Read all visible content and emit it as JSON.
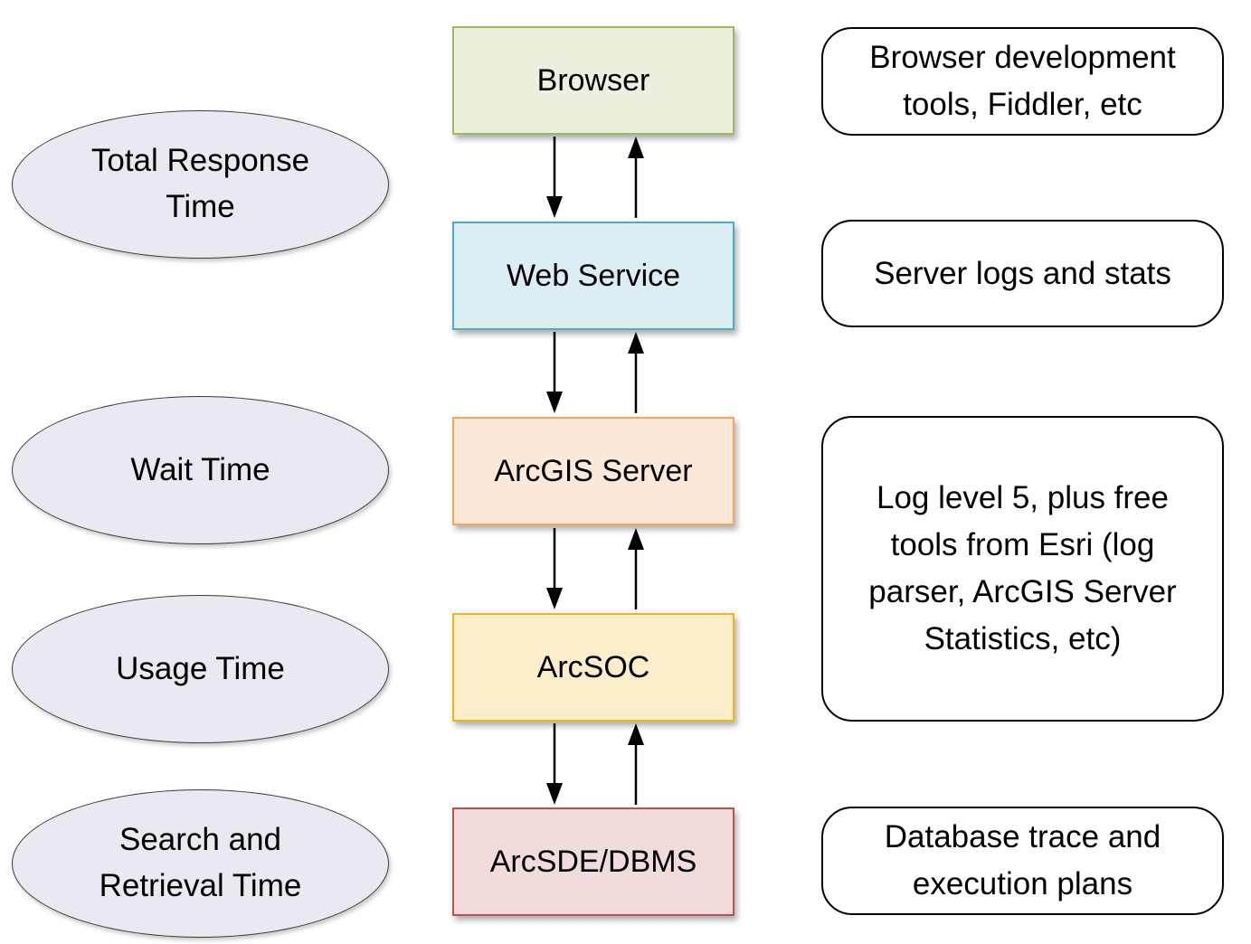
{
  "diagram": {
    "background": "#ffffff",
    "arrow_color": "#000000",
    "left_ellipses": [
      {
        "label": "Total Response Time",
        "fill": "#eae8f1",
        "border": "#3b3b3b"
      },
      {
        "label": "Wait Time",
        "fill": "#eae8f1",
        "border": "#3b3b3b"
      },
      {
        "label": "Usage Time",
        "fill": "#eae8f1",
        "border": "#3b3b3b"
      },
      {
        "label": "Search and Retrieval Time",
        "fill": "#eae8f1",
        "border": "#3b3b3b"
      }
    ],
    "middle_boxes": [
      {
        "label": "Browser",
        "fill": "#ebf1de",
        "border": "#9bbb59"
      },
      {
        "label": "Web Service",
        "fill": "#daeef3",
        "border": "#4bacc6"
      },
      {
        "label": "ArcGIS Server",
        "fill": "#fde9d9",
        "border": "#faa55a"
      },
      {
        "label": "ArcSOC",
        "fill": "#fceecb",
        "border": "#f0b517"
      },
      {
        "label": "ArcSDE/DBMS",
        "fill": "#f2dcdb",
        "border": "#c0504d"
      }
    ],
    "right_notes": [
      {
        "label": "Browser development tools, Fiddler, etc"
      },
      {
        "label": "Server logs and stats"
      },
      {
        "label": "Log level 5, plus free tools from Esri (log parser, ArcGIS Server Statistics, etc)"
      },
      {
        "label": "Database trace and execution plans"
      }
    ]
  }
}
